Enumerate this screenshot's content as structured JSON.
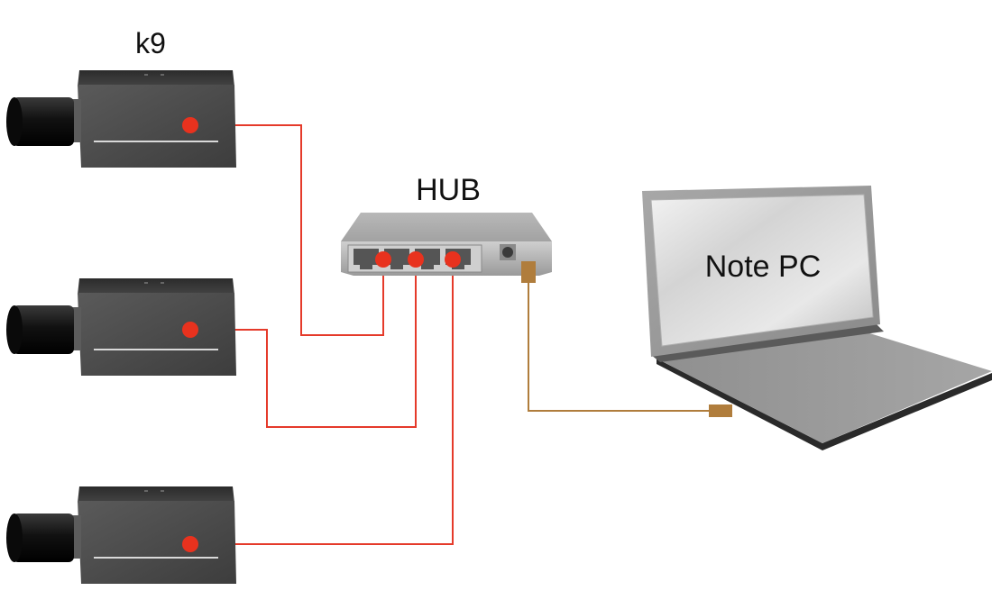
{
  "labels": {
    "camera": "k9",
    "hub": "HUB",
    "pc": "Note PC"
  },
  "colors": {
    "cable_camera": "#e53a2a",
    "cable_pc": "#b07d3c",
    "port_dot": "#e8321e",
    "camera_body": "#4a4a4a",
    "camera_lens": "#1a1a1a",
    "hub_body": "#a9a9a9",
    "pc_body": "#9c9c9c",
    "pc_screen": "#c9c9c9"
  }
}
